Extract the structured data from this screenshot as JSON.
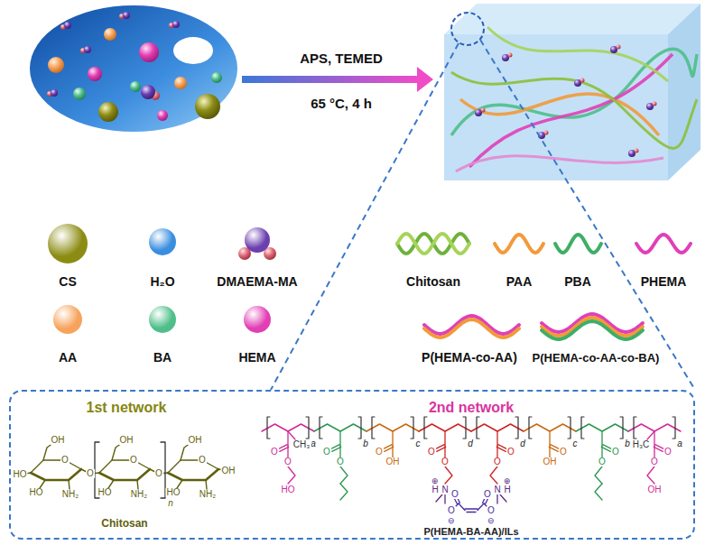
{
  "diagram": {
    "nodes": [
      {
        "text": [
          "1st network",
          "2nd network"
        ]
      }
    ],
    "labels": [
      "APS, TEMED",
      "65 °C, 4 h",
      "O",
      "OH",
      "HO",
      "NH₂",
      "O",
      "OH",
      "HO",
      "NH₂",
      "O",
      "OH",
      "HO",
      "NH₂",
      "O",
      "O",
      "HO",
      "OH",
      "n",
      "Chitosan",
      "a",
      "O",
      "O",
      "HO",
      "CH₃",
      "b",
      "O",
      "O",
      "c",
      "O",
      "OH",
      "d",
      "O",
      "O",
      "N",
      "H",
      "⊕",
      "d",
      "O",
      "O",
      "N",
      "H",
      "⊕",
      "c",
      "O",
      "OH",
      "b",
      "O",
      "O",
      "a",
      "O",
      "O",
      "OH",
      "H₃C",
      "O",
      "O",
      "⊖",
      "O",
      "O",
      "⊖",
      "P(HEMA-BA-AA)/ILs"
    ],
    "legend": [
      {
        "text": "CS",
        "color": "#8c8c14"
      },
      {
        "text": "H₂O",
        "color": "#3a8ee0"
      },
      {
        "text": "DMAEMA-MA",
        "color": "#6b3fb0"
      },
      {
        "text": "AA",
        "color": "#f7a35c"
      },
      {
        "text": "BA",
        "color": "#4fbf8a"
      },
      {
        "text": "HEMA",
        "color": "#e23fb4"
      },
      {
        "text": "Chitosan"
      },
      {
        "text": "PAA"
      },
      {
        "text": "PBA"
      },
      {
        "text": "PHEMA"
      },
      {
        "text": "P(HEMA-co-AA)"
      },
      {
        "text": "P(HEMA-co-AA-co-BA)"
      }
    ]
  }
}
